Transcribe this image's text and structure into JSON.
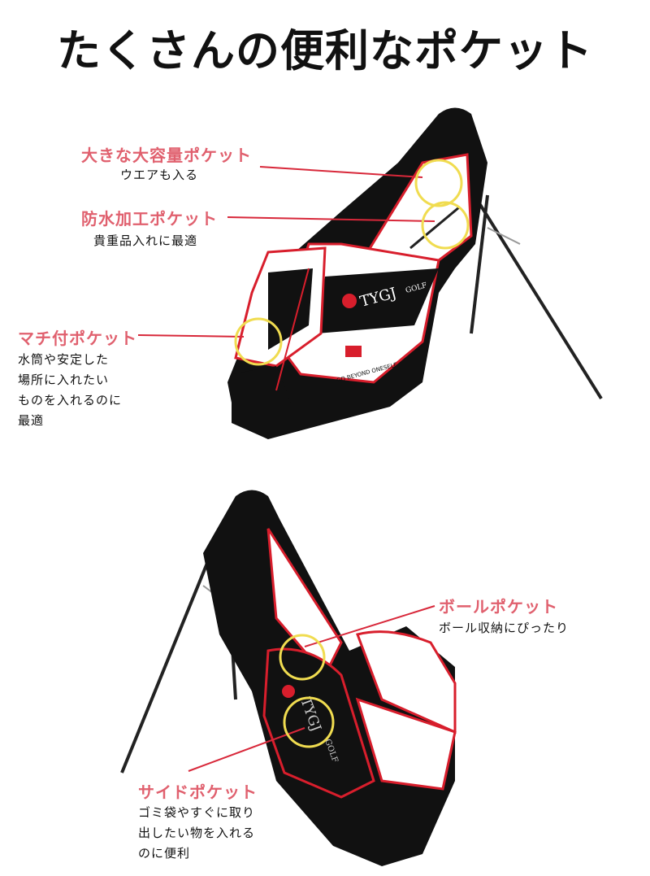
{
  "title": "たくさんの便利なポケット",
  "colors": {
    "callout": "#e0606e",
    "line": "#d8283a",
    "highlight_circle": "#f0dc50",
    "bag_black": "#111111",
    "bag_trim": "#d81e2c"
  },
  "brand": {
    "logo_text": "TYGJ",
    "logo_suffix": "GOLF",
    "badge_text": "GO BEYOND ONESELF"
  },
  "callouts": [
    {
      "heading": "大きな大容量ポケット",
      "lines": [
        "ウエアも入る"
      ]
    },
    {
      "heading": "防水加工ポケット",
      "lines": [
        "貴重品入れに最適"
      ]
    },
    {
      "heading": "マチ付ポケット",
      "lines": [
        "水筒や安定した",
        "場所に入れたい",
        "ものを入れるのに",
        "最適"
      ]
    },
    {
      "heading": "ボールポケット",
      "lines": [
        "ボール収納にぴったり"
      ]
    },
    {
      "heading": "サイドポケット",
      "lines": [
        "ゴミ袋やすぐに取り",
        "出したい物を入れる",
        "のに便利"
      ]
    }
  ]
}
